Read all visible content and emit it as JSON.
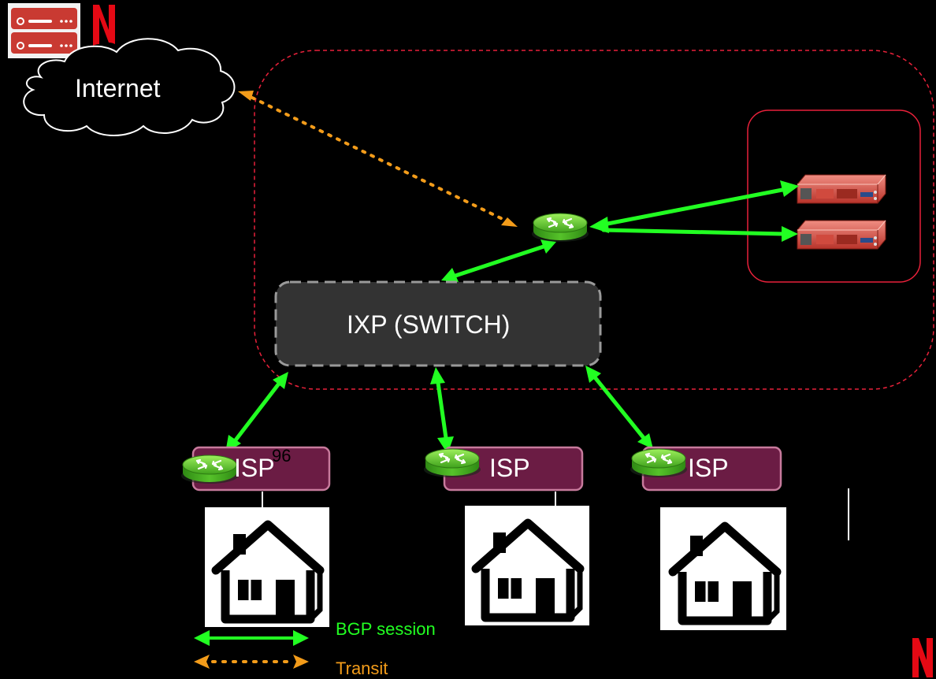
{
  "internet": {
    "label": "Internet"
  },
  "ixp": {
    "label": "IXP (SWITCH)"
  },
  "isps": [
    {
      "label": "ISP",
      "note": "96"
    },
    {
      "label": "ISP"
    },
    {
      "label": "ISP"
    }
  ],
  "legend": {
    "bgp_label": "BGP session",
    "transit_label": "Transit"
  },
  "colors": {
    "background": "#000000",
    "bgp": "#22ff22",
    "transit": "#f39c1a",
    "ixp_fill": "#333333",
    "isp_fill": "#6b1c44",
    "isp_border": "#c77a9c",
    "netflix_red": "#e50914",
    "boundary": "#e8213a"
  },
  "icons": {
    "netflix": "netflix-logo-icon",
    "server": "server-icon",
    "router": "router-icon",
    "house": "house-icon",
    "cloud": "cloud-icon"
  }
}
